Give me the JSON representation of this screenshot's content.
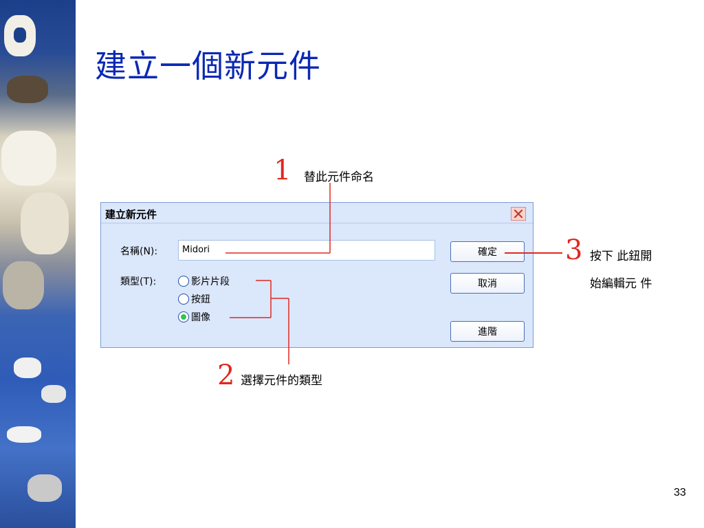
{
  "slide": {
    "title": "建立一個新元件",
    "page_number": "33"
  },
  "dialog": {
    "title": "建立新元件",
    "name_label": "名稱(N):",
    "name_value": "Midori",
    "type_label": "類型(T):",
    "type_options": [
      {
        "label": "影片片段",
        "selected": false
      },
      {
        "label": "按鈕",
        "selected": false
      },
      {
        "label": "圖像",
        "selected": true
      }
    ],
    "buttons": {
      "ok": "確定",
      "cancel": "取消",
      "advanced": "進階"
    },
    "close_icon": "close-icon"
  },
  "annotations": {
    "step1": {
      "number": "1",
      "text": "替此元件命名"
    },
    "step2": {
      "number": "2",
      "text": "選擇元件的類型"
    },
    "step3": {
      "number": "3",
      "line1": "按下 此鈕開",
      "line2": "始編輯元 件"
    }
  },
  "colors": {
    "title": "#0b28b5",
    "annotation_red": "#e0281f",
    "dialog_bg": "#dbe7fb",
    "radio_selected": "#35c34a"
  }
}
